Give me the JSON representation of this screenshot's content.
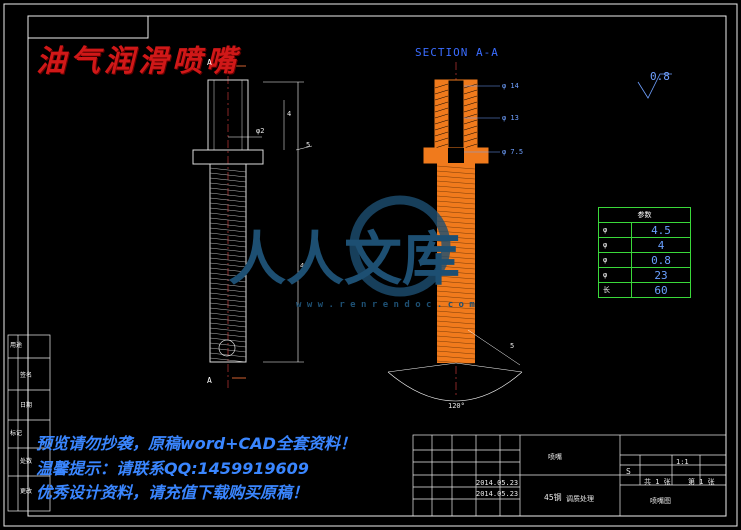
{
  "drawing": {
    "title": "油气润滑喷嘴",
    "section_label": "SECTION A-A",
    "roughness_value": "0.8"
  },
  "views": {
    "left": {
      "cut_label_top": "A",
      "cut_label_bottom": "A",
      "dim_width": "φ2",
      "dim_height_small": "4",
      "dim_total": "45",
      "dim_flange": "5"
    },
    "right": {
      "dims": [
        "φ 14",
        "φ 13",
        "φ 7.5"
      ],
      "angle_label": "120°",
      "tip_dim": "5"
    }
  },
  "param_table": {
    "header": "参数",
    "rows": [
      {
        "key": "φ",
        "value": "4.5"
      },
      {
        "key": "φ",
        "value": "4"
      },
      {
        "key": "φ",
        "value": "0.8"
      },
      {
        "key": "φ",
        "value": "23"
      },
      {
        "key": "长",
        "value": "60"
      }
    ]
  },
  "side_labels": [
    "用途",
    "签名",
    "日期",
    "标记",
    "处数",
    "更改"
  ],
  "watermark": {
    "main": "人人文库",
    "url": "w w w . r e n r e n d o c . c o m"
  },
  "notes": [
    "预览请勿抄袭，原稿word+CAD全套资料！",
    "温馨提示：请联系QQ:1459919609",
    "优秀设计资料，请充值下载购买原稿！"
  ],
  "title_block": {
    "part_name": "喷嘴",
    "date1": "2014.05.23",
    "date2": "2014.05.23",
    "material": "45钢",
    "material_note": "调质处理",
    "scale_s": "S",
    "weight": "1:1",
    "sheet": "共 1 张",
    "sheet2": "第 1 张",
    "drawing_num": "喷嘴图"
  },
  "colors": {
    "orange": "#f07a1c",
    "blue": "#3a6cff",
    "green": "#3ad83a",
    "white": "#e8e8e8"
  }
}
